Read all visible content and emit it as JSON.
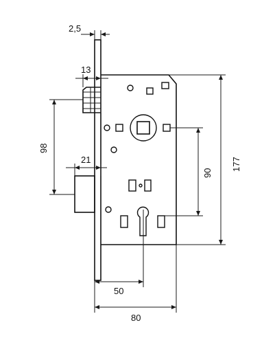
{
  "diagram": {
    "type": "mortise lock technical drawing",
    "colors": {
      "line": "#111111",
      "background": "#ffffff"
    },
    "dimensions": {
      "faceplate_thickness": "2,5",
      "latch_projection": "13",
      "bolt_projection": "21",
      "handle_to_bolt": "98",
      "handle_to_key": "90",
      "total_height": "177",
      "backset": "50",
      "case_depth": "80"
    }
  }
}
